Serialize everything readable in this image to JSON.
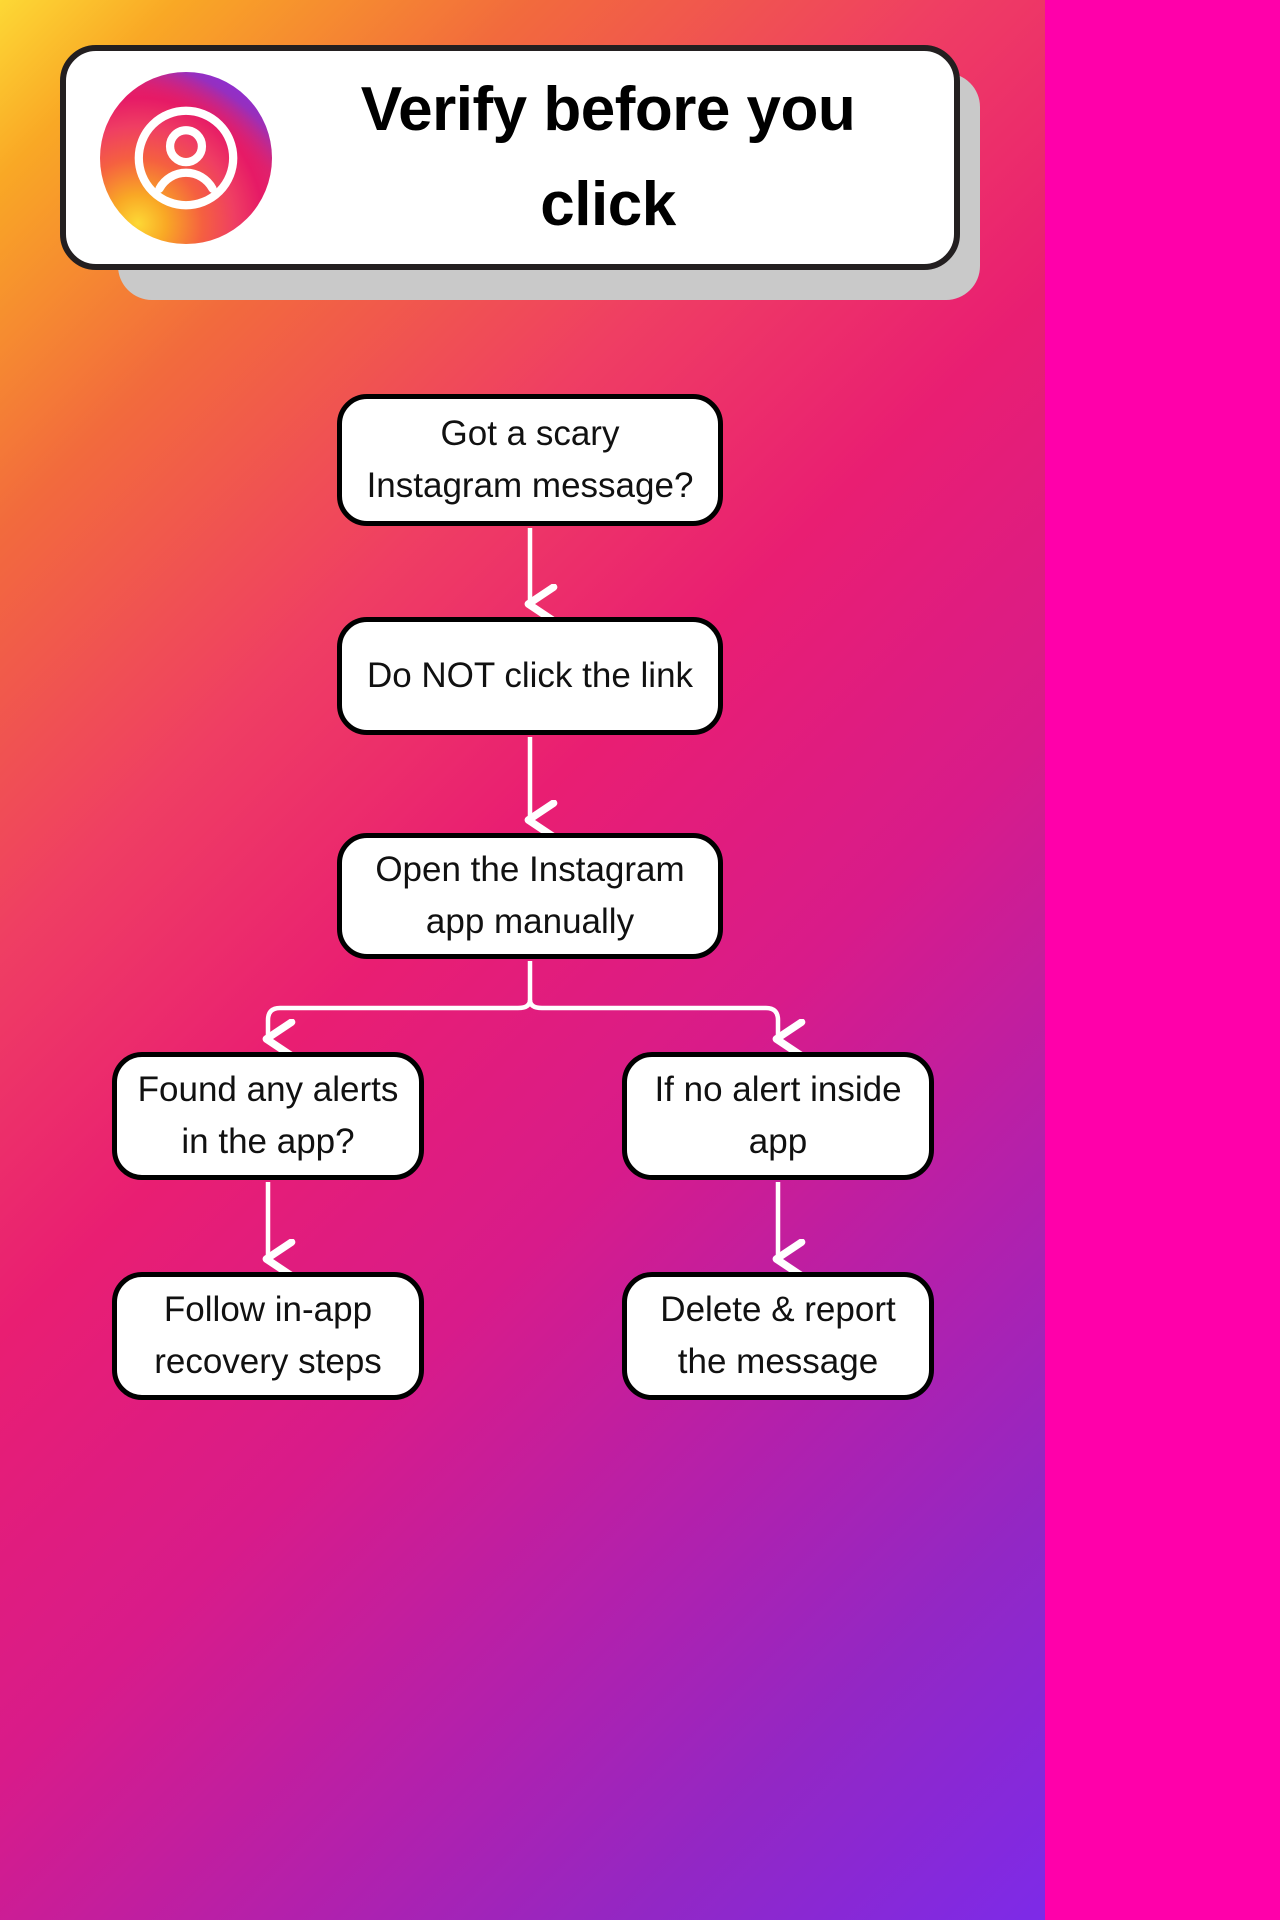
{
  "header": {
    "title": "Verify before you click",
    "icon": "instagram-account-icon",
    "card_background": "#ffffff",
    "border_color": "#231f20",
    "shadow_color": "#c9c9c9"
  },
  "background": {
    "style": "instagram-gradient",
    "stops": [
      "#fdd835",
      "#f9a825",
      "#f26a3d",
      "#ef3e63",
      "#e91e72",
      "#d81b8a",
      "#b420ab",
      "#9327c4",
      "#7d2ae8"
    ]
  },
  "flowchart": {
    "node_fill": "#ffffff",
    "node_border": "#000000",
    "connector_color": "#ffffff",
    "nodes": [
      {
        "id": "start",
        "label": "Got a scary Instagram message?"
      },
      {
        "id": "no-click",
        "label": "Do NOT click the link"
      },
      {
        "id": "open-app",
        "label": "Open the Instagram app manually"
      },
      {
        "id": "alerts-found",
        "label": "Found any alerts in the app?"
      },
      {
        "id": "no-alert",
        "label": "If no alert inside app"
      },
      {
        "id": "recovery",
        "label": "Follow in-app recovery steps"
      },
      {
        "id": "delete-report",
        "label": "Delete & report the message"
      }
    ],
    "edges": [
      {
        "from": "start",
        "to": "no-click",
        "type": "straight-down"
      },
      {
        "from": "no-click",
        "to": "open-app",
        "type": "straight-down"
      },
      {
        "from": "open-app",
        "to": "alerts-found",
        "type": "branch-left"
      },
      {
        "from": "open-app",
        "to": "no-alert",
        "type": "branch-right"
      },
      {
        "from": "alerts-found",
        "to": "recovery",
        "type": "straight-down"
      },
      {
        "from": "no-alert",
        "to": "delete-report",
        "type": "straight-down"
      }
    ]
  }
}
